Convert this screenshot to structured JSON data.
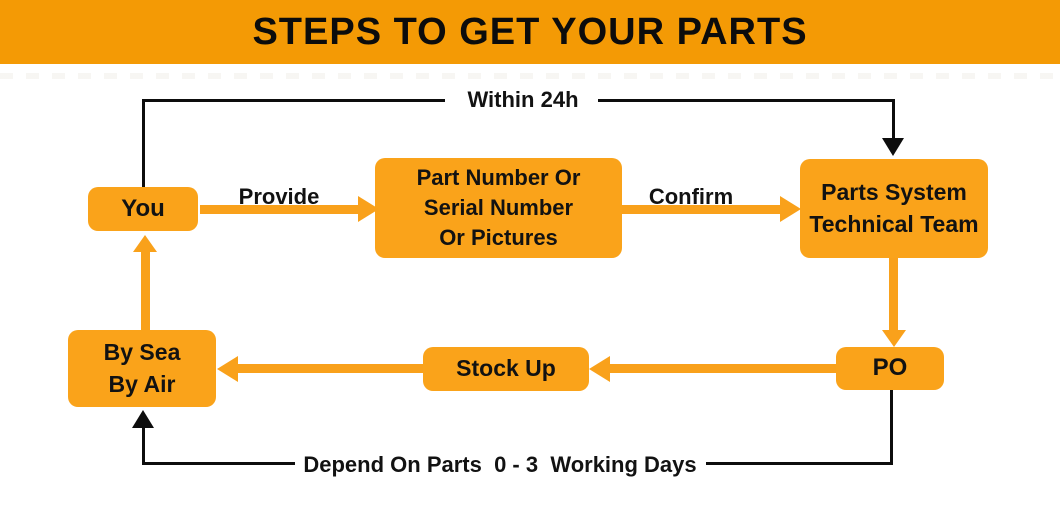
{
  "banner": {
    "title": "STEPS TO GET YOUR PARTS"
  },
  "colors": {
    "banner-bg": "#F49A05",
    "node-bg": "#FAA31A",
    "arrow": "#F9A11B",
    "line": "#0D0D0D",
    "ink": "#121212",
    "page-bg": "#FFFFFF"
  },
  "nodes": {
    "you": {
      "label": "You"
    },
    "part_info": {
      "line1": "Part Number Or",
      "line2": "Serial Number",
      "line3": "Or Pictures"
    },
    "tech_team": {
      "line1": "Parts System",
      "line2": "Technical Team"
    },
    "po": {
      "label": "PO"
    },
    "stock_up": {
      "label": "Stock Up"
    },
    "shipping": {
      "line1": "By Sea",
      "line2": "By Air"
    }
  },
  "edge_labels": {
    "provide": "Provide",
    "confirm": "Confirm",
    "within_24h": "Within 24h",
    "lead_time": "Depend On Parts  0 - 3  Working Days"
  }
}
